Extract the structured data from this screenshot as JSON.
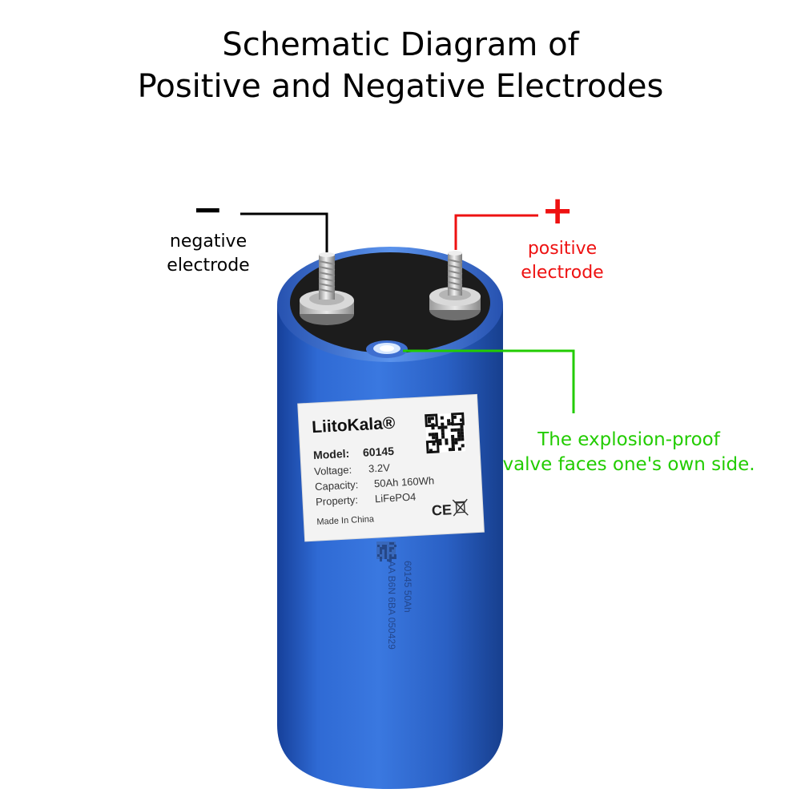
{
  "title": {
    "line1": "Schematic Diagram of",
    "line2": "Positive and Negative Electrodes"
  },
  "negative": {
    "sign": "−",
    "label_line1": "negative",
    "label_line2": "electrode"
  },
  "positive": {
    "sign": "+",
    "label_line1": "positive",
    "label_line2": "electrode"
  },
  "valve": {
    "label_line1": "The explosion-proof",
    "label_line2": "valve faces one's own side."
  },
  "battery": {
    "brand": "LiitoKala®",
    "model_label": "Model:",
    "model_value": "60145",
    "voltage_label": "Voltage:",
    "voltage_value": "3.2V",
    "capacity_label": "Capacity:",
    "capacity_value": "50Ah 160Wh",
    "property_label": "Property:",
    "property_value": "LiFePO4",
    "origin": "Made In China",
    "ce_mark": "CE",
    "print_line1": "60145  50Ah",
    "print_line2": "AA B6N 6BA 050429"
  },
  "colors": {
    "negative": "#000000",
    "positive": "#ee1111",
    "valve": "#22cc00",
    "battery_body": "#2a62c8",
    "battery_top": "#1c1c1c"
  },
  "icons": [
    "qr-code-icon",
    "recycle-bin-icon",
    "ce-mark-icon"
  ]
}
